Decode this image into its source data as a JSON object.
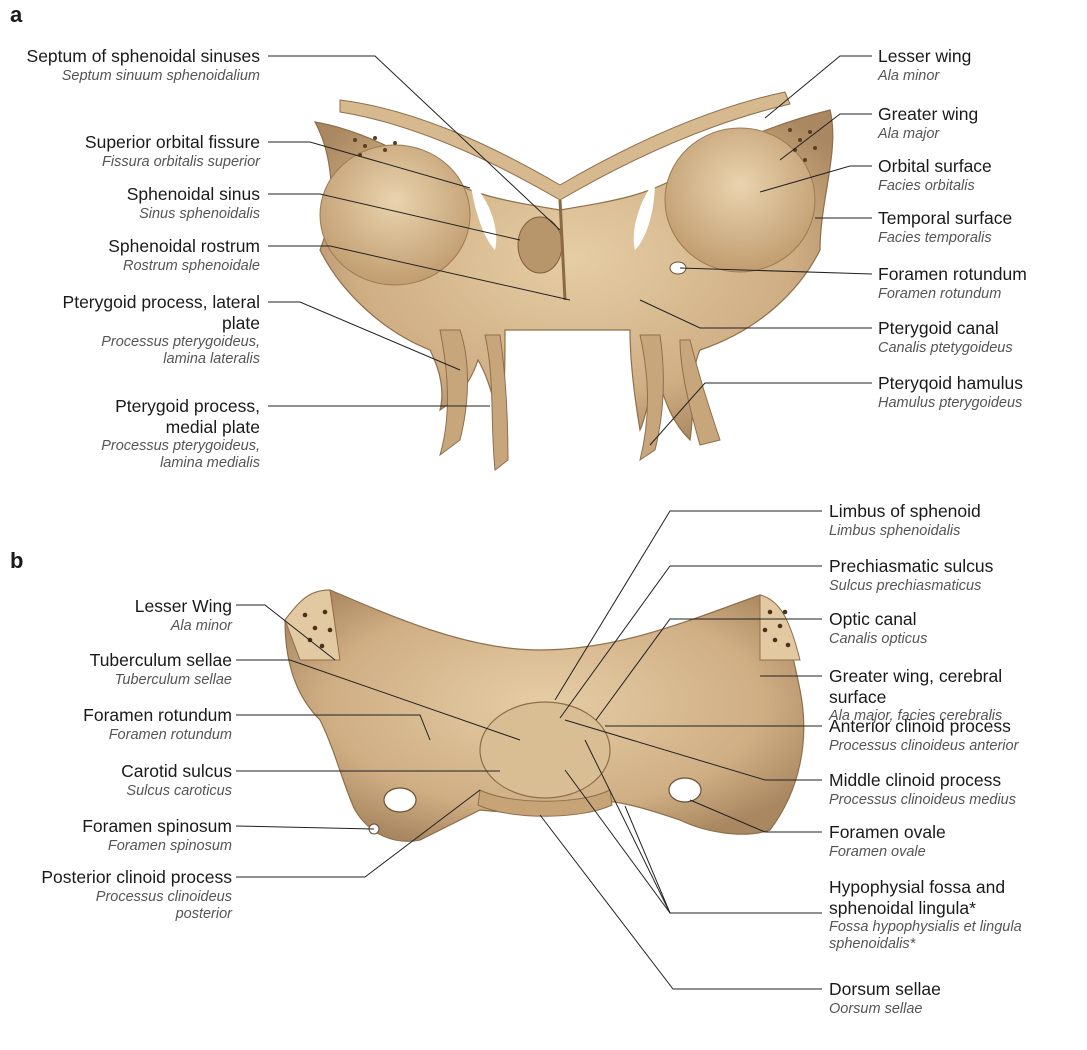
{
  "panel_a": {
    "letter": "a",
    "labels_left": [
      {
        "en": "Septum of sphenoidal sinuses",
        "la": "Septum sinuum sphenoidalium"
      },
      {
        "en": "Superior orbital fissure",
        "la": "Fissura orbitalis superior"
      },
      {
        "en": "Sphenoidal sinus",
        "la": "Sinus sphenoidalis"
      },
      {
        "en": "Sphenoidal rostrum",
        "la": "Rostrum sphenoidale"
      },
      {
        "en": "Pterygoid process, lateral plate",
        "la": "Processus pterygoideus, lamina lateralis"
      },
      {
        "en": "Pterygoid process, medial plate",
        "la": "Processus pterygoideus, lamina medialis"
      }
    ],
    "labels_right": [
      {
        "en": "Lesser wing",
        "la": "Ala minor"
      },
      {
        "en": "Greater wing",
        "la": "Ala major"
      },
      {
        "en": "Orbital surface",
        "la": "Facies orbitalis"
      },
      {
        "en": "Temporal surface",
        "la": "Facies temporalis"
      },
      {
        "en": "Foramen rotundum",
        "la": "Foramen rotundum"
      },
      {
        "en": "Pterygoid canal",
        "la": "Canalis ptetygoideus"
      },
      {
        "en": "Pteryqoid hamulus",
        "la": "Hamulus pterygoideus"
      }
    ]
  },
  "panel_b": {
    "letter": "b",
    "labels_left": [
      {
        "en": "Lesser Wing",
        "la": "Ala minor"
      },
      {
        "en": "Tuberculum sellae",
        "la": "Tuberculum sellae"
      },
      {
        "en": "Foramen rotundum",
        "la": "Foramen rotundum"
      },
      {
        "en": "Carotid sulcus",
        "la": "Sulcus caroticus"
      },
      {
        "en": "Foramen spinosum",
        "la": "Foramen spinosum"
      },
      {
        "en": "Posterior clinoid process",
        "la": "Processus clinoideus posterior"
      }
    ],
    "labels_right": [
      {
        "en": "Limbus of sphenoid",
        "la": "Limbus sphenoidalis"
      },
      {
        "en": "Prechiasmatic sulcus",
        "la": "Sulcus prechiasmaticus"
      },
      {
        "en": "Optic canal",
        "la": "Canalis opticus"
      },
      {
        "en": "Greater wing, cerebral surface",
        "la": "Ala major, facies cerebralis"
      },
      {
        "en": "Anterior clinoid process",
        "la": "Processus clinoideus anterior"
      },
      {
        "en": "Middle clinoid process",
        "la": "Processus clinoideus medius"
      },
      {
        "en": "Foramen ovale",
        "la": "Foramen ovale"
      },
      {
        "en": "Hypophysial fossa and sphenoidal lingula*",
        "la": "Fossa hypophysialis et lingula sphenoidalis*"
      },
      {
        "en": "Dorsum sellae",
        "la": "Oorsum sellae"
      }
    ]
  },
  "colors": {
    "bone": "#d2b48c",
    "bone_dark": "#a8865c",
    "bone_light": "#e8d2ac",
    "line": "#222222"
  }
}
